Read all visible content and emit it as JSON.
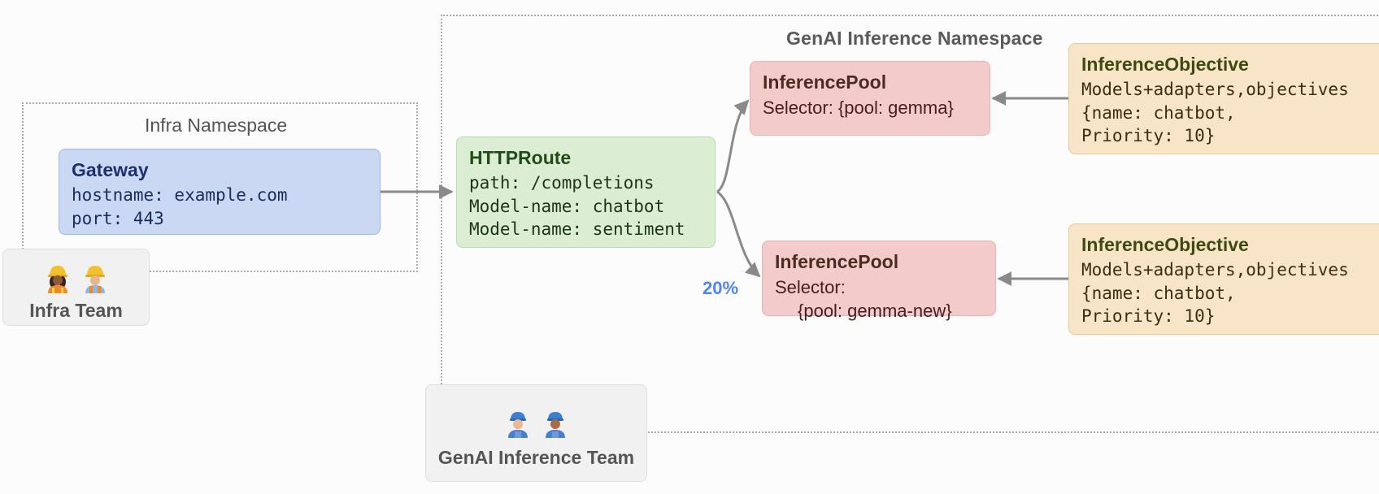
{
  "namespaces": {
    "infra": "Infra Namespace",
    "genai": "GenAI Inference Namespace"
  },
  "gateway": {
    "title": "Gateway",
    "hostname": "hostname: example.com",
    "port": "port: 443"
  },
  "httproute": {
    "title": "HTTPRoute",
    "path": "path: /completions",
    "model1": "Model-name: chatbot",
    "model2": "Model-name: sentiment"
  },
  "pools": [
    {
      "title": "InferencePool",
      "selector": "Selector: {pool: gemma}"
    },
    {
      "title": "InferencePool",
      "selector_label": "Selector:",
      "selector_value": "{pool: gemma-new}"
    }
  ],
  "objectives": [
    {
      "title": "InferenceObjective",
      "line1": "Models+adapters,objectives",
      "line2": "{name: chatbot,",
      "line3": "Priority: 10}"
    },
    {
      "title": "InferenceObjective",
      "line1": "Models+adapters,objectives",
      "line2": "{name: chatbot,",
      "line3": "Priority: 10}"
    }
  ],
  "traffic_split": "20%",
  "teams": {
    "infra": "Infra Team",
    "genai": "GenAI Inference Team"
  },
  "colors": {
    "gateway": "#cad8f4",
    "httproute": "#dbeed3",
    "pool": "#f3cbcb",
    "objective": "#f8e4c6",
    "split_label": "#4f86e8",
    "arrow": "#8a8a8a"
  },
  "icons": {
    "infra_team": [
      "construction-worker-icon",
      "construction-worker-icon"
    ],
    "genai_team": [
      "mechanic-icon",
      "mechanic-icon"
    ]
  }
}
